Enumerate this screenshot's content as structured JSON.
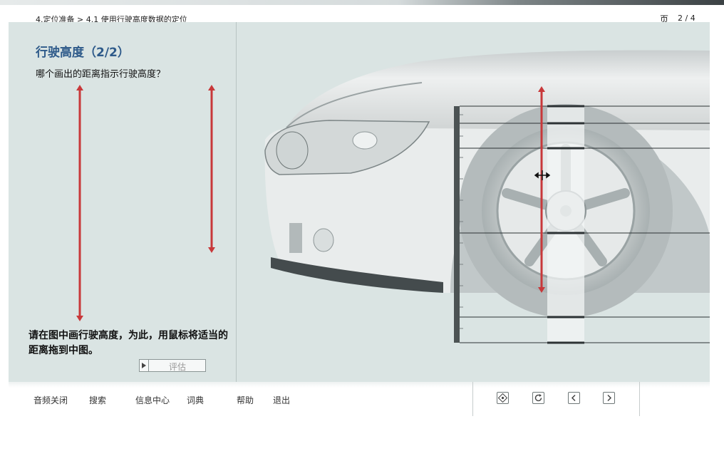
{
  "header": {
    "breadcrumb": "4.定位准备 > 4.1 使用行驶高度数据的定位",
    "page_label": "页",
    "page_number": "2 / 4"
  },
  "content": {
    "title": "行驶高度（2/2）",
    "question": "哪个画出的距离指示行驶高度？",
    "instruction": "请在图中画行驶高度，为此，用鼠标将适当的距离拖到中图。",
    "evaluate_button": "评估"
  },
  "footer": {
    "menu": [
      "音频关闭",
      "搜索",
      "信息中心",
      "词典",
      "帮助",
      "退出"
    ]
  },
  "nav": {
    "icons": [
      "overview-icon",
      "reload-icon",
      "prev-icon",
      "next-icon"
    ]
  },
  "colors": {
    "title": "#2e5a8a",
    "arrow": "#c8383a",
    "panel": "#dae4e3"
  }
}
